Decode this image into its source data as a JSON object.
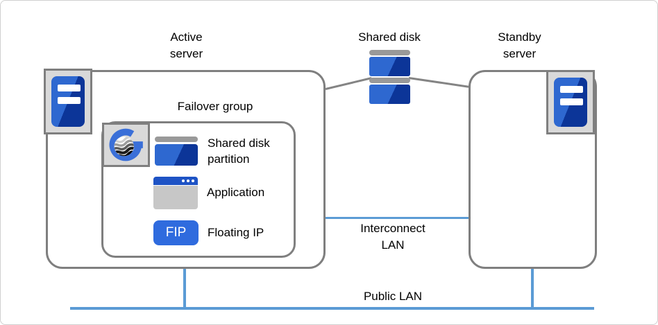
{
  "labels": {
    "active_server": "Active\nserver",
    "shared_disk": "Shared disk",
    "standby_server": "Standby\nserver",
    "failover_group": "Failover group",
    "shared_disk_partition": "Shared disk\npartition",
    "application": "Application",
    "fip_badge": "FIP",
    "floating_ip": "Floating IP",
    "interconnect_lan": "Interconnect\nLAN",
    "public_lan": "Public LAN"
  },
  "colors": {
    "box_border": "#7F7F7F",
    "connector_line": "#848484",
    "lan_line": "#5B9BD5",
    "server_blue": "#2E68D0",
    "server_blue_dark": "#0C3598",
    "fip_blue": "#2F6BDE",
    "app_titlebar_blue": "#1E53C5",
    "icon_panel_gray": "#D9D9D9",
    "disk_cap_gray": "#999999",
    "app_body_gray": "#C7C7C7",
    "logo_blue": "#3A6FD8"
  },
  "icons": {
    "active_server_icon": "server-tower-icon",
    "standby_server_icon": "server-tower-icon",
    "shared_disk_icon": "disk-stack-icon",
    "cluster_logo": "expresscluster-logo-icon",
    "shared_disk_partition_icon": "disk-partition-icon",
    "application_icon": "app-window-icon",
    "floating_ip_icon": "fip-badge"
  }
}
